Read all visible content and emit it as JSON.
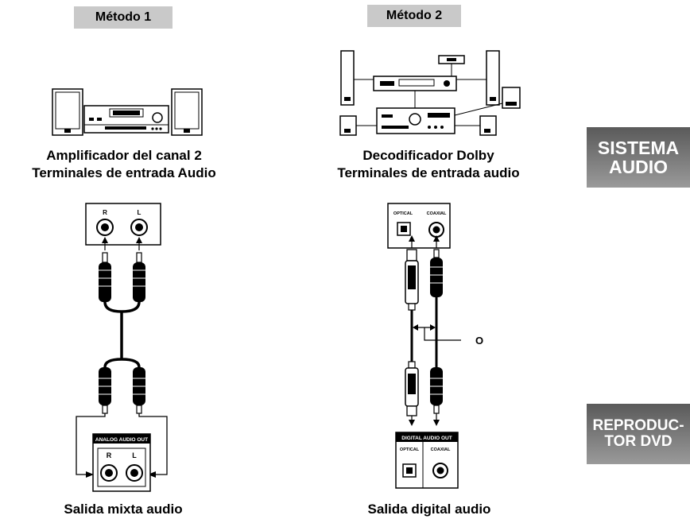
{
  "method1": {
    "tab": "Método 1",
    "device_caption_line1": "Amplificador del canal 2",
    "device_caption_line2": "Terminales de entrada Audio",
    "input_jack_r": "R",
    "input_jack_l": "L",
    "output_panel_title": "ANALOG AUDIO OUT",
    "output_jack_r": "R",
    "output_jack_l": "L",
    "bottom_caption": "Salida mixta audio"
  },
  "method2": {
    "tab": "Método 2",
    "device_caption_line1": "Decodificador Dolby",
    "device_caption_line2": "Terminales de entrada audio",
    "input_optical": "OPTICAL",
    "input_coaxial": "COAXIAL",
    "or_label": "O",
    "output_panel_title": "DIGITAL AUDIO OUT",
    "output_optical": "OPTICAL",
    "output_coaxial": "COAXIAL",
    "bottom_caption": "Salida digital audio"
  },
  "side_tabs": {
    "audio_system_line1": "SISTEMA",
    "audio_system_line2": "AUDIO",
    "dvd_player_line1": "REPRODUC-",
    "dvd_player_line2": "TOR DVD"
  }
}
